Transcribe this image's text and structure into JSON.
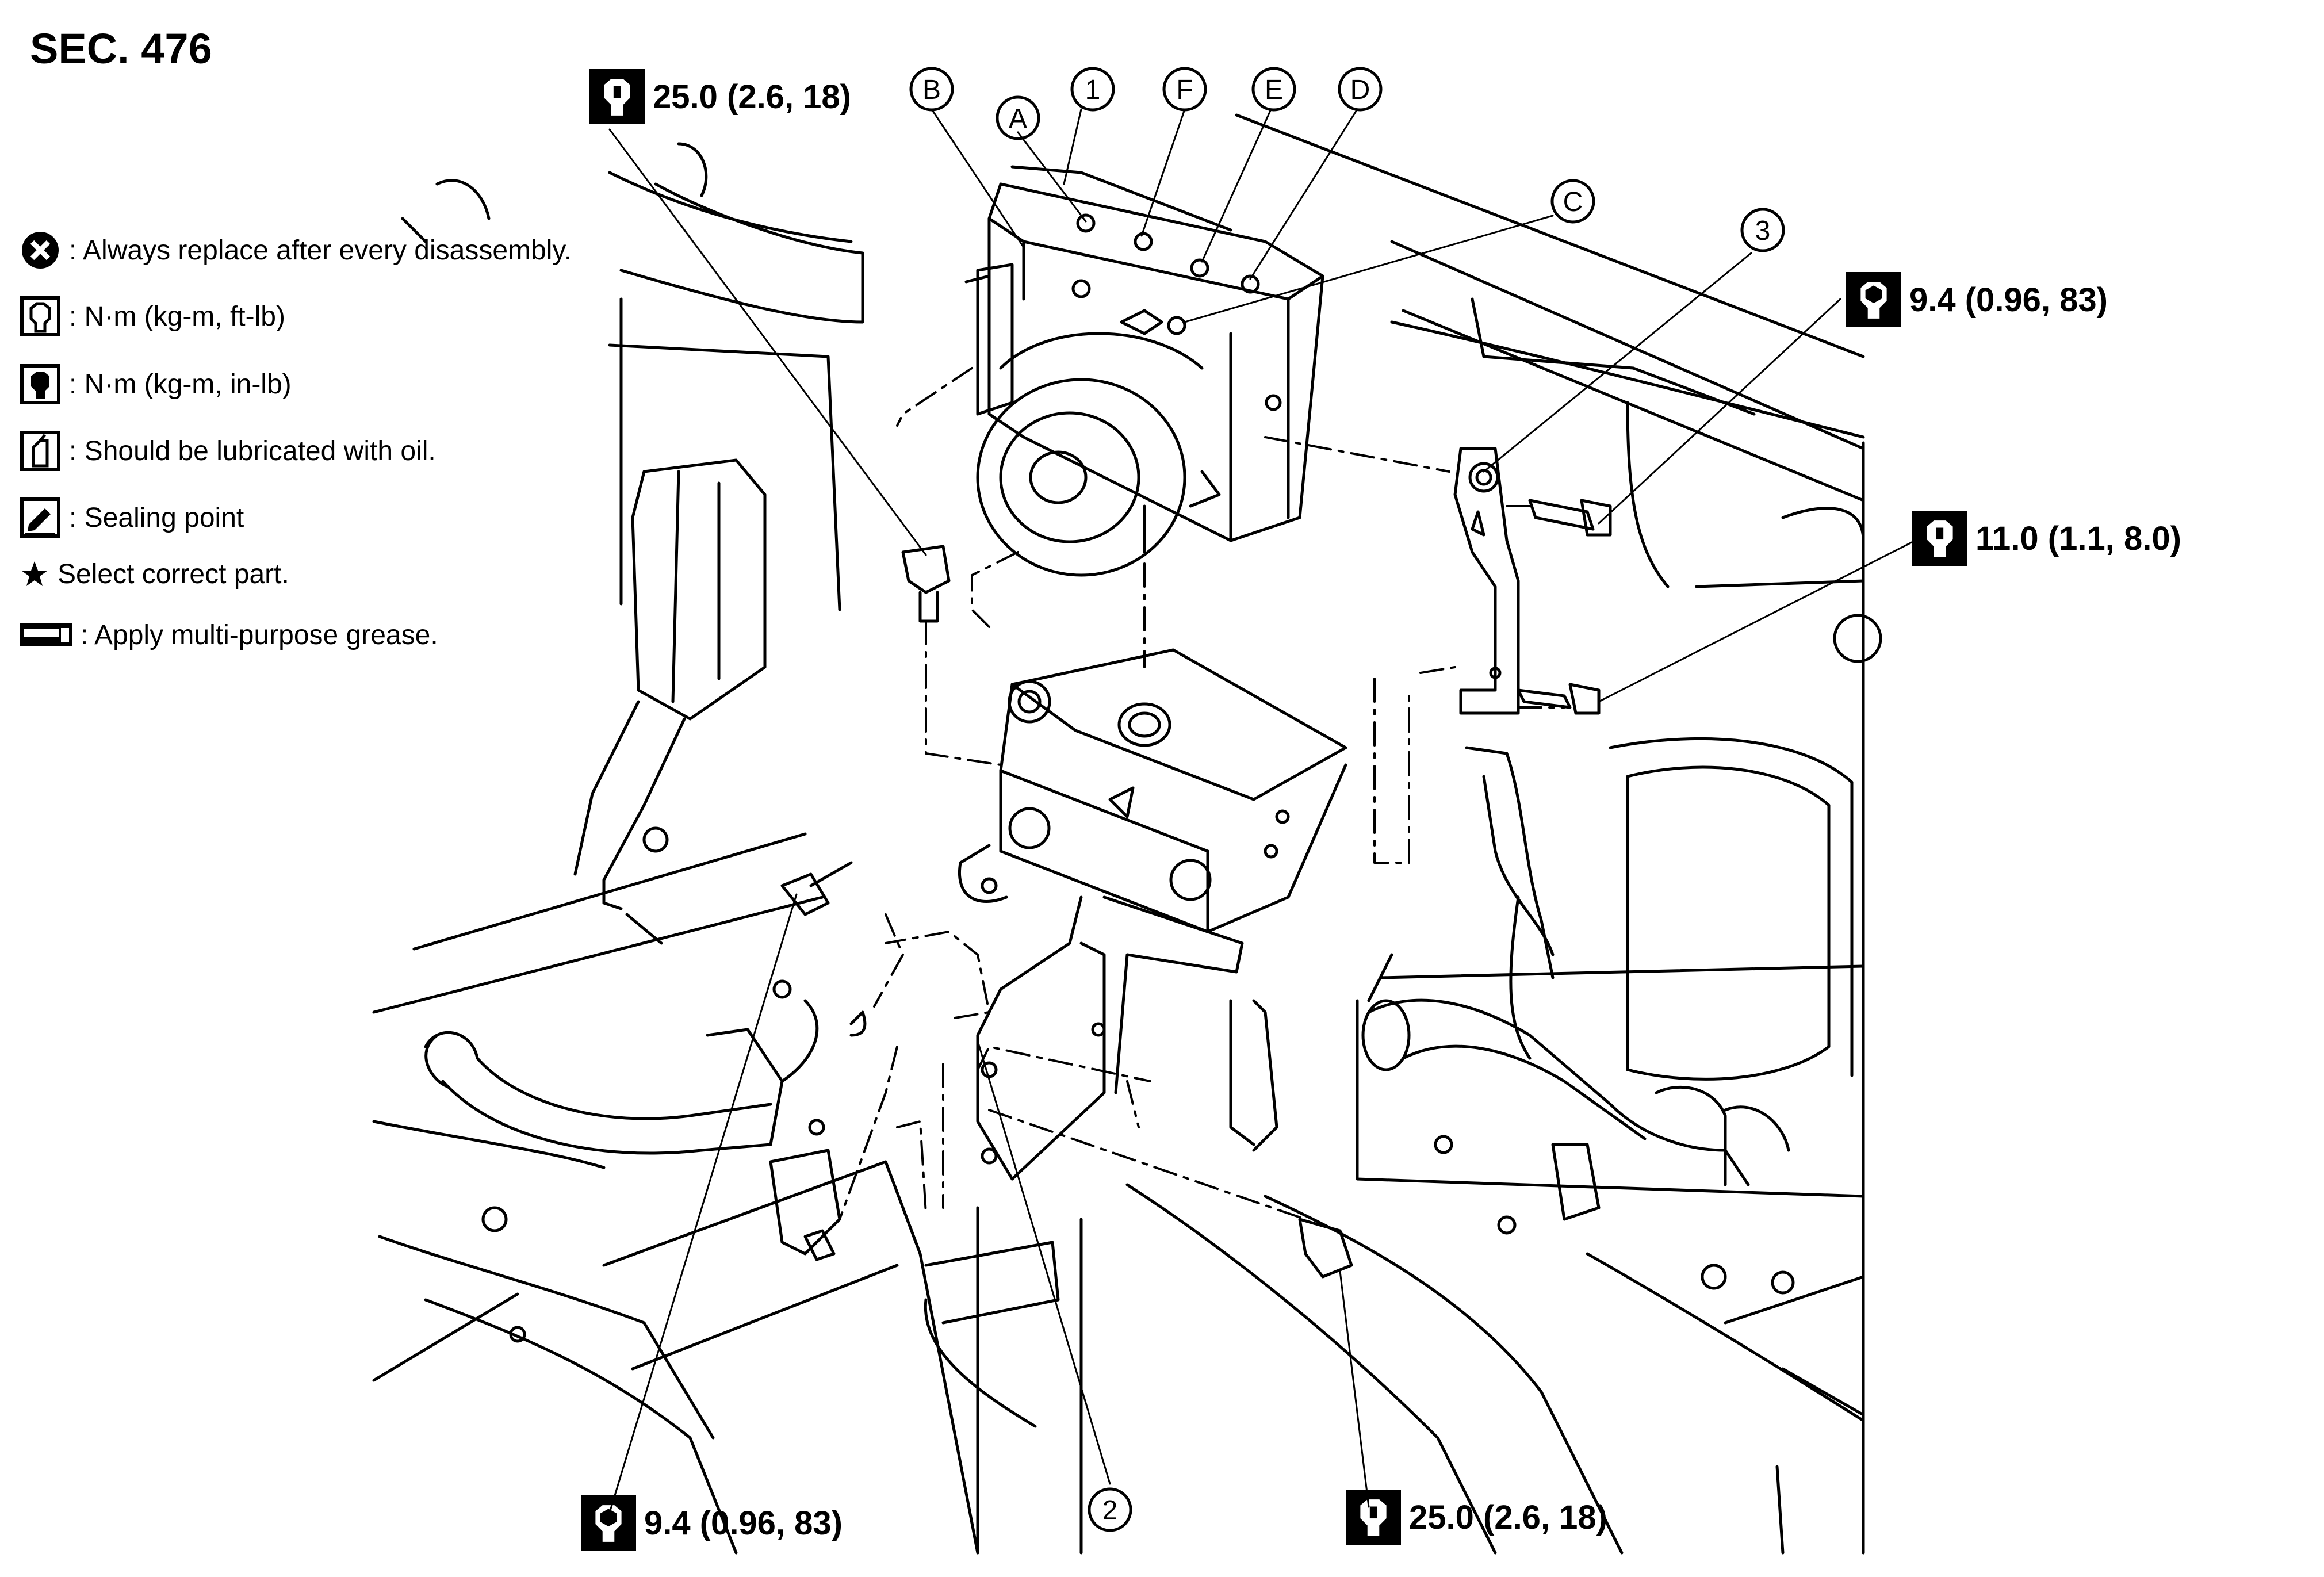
{
  "section": "SEC. 476",
  "legend": [
    {
      "icon": "always-replace-icon",
      "text": ": Always replace after every disassembly."
    },
    {
      "icon": "torque-ft-lb-icon",
      "text": ": N·m (kg-m, ft-lb)"
    },
    {
      "icon": "torque-in-lb-icon",
      "text": ": N·m (kg-m, in-lb)"
    },
    {
      "icon": "oil-can-icon",
      "text": ": Should be lubricated with oil."
    },
    {
      "icon": "sealing-point-icon",
      "text": ": Sealing point"
    },
    {
      "icon": "star-icon",
      "text": "Select correct part."
    },
    {
      "icon": "grease-icon",
      "text": ": Apply multi-purpose grease."
    }
  ],
  "torques": {
    "top_left": "25.0 (2.6, 18)",
    "top_right": "9.4 (0.96, 83)",
    "right": "11.0 (1.1, 8.0)",
    "bottom_left": "9.4 (0.96, 83)",
    "bottom_right": "25.0 (2.6, 18)"
  },
  "callouts": {
    "B": "B",
    "A": "A",
    "one": "1",
    "F": "F",
    "E": "E",
    "D": "D",
    "C": "C",
    "three": "3",
    "two": "2"
  }
}
